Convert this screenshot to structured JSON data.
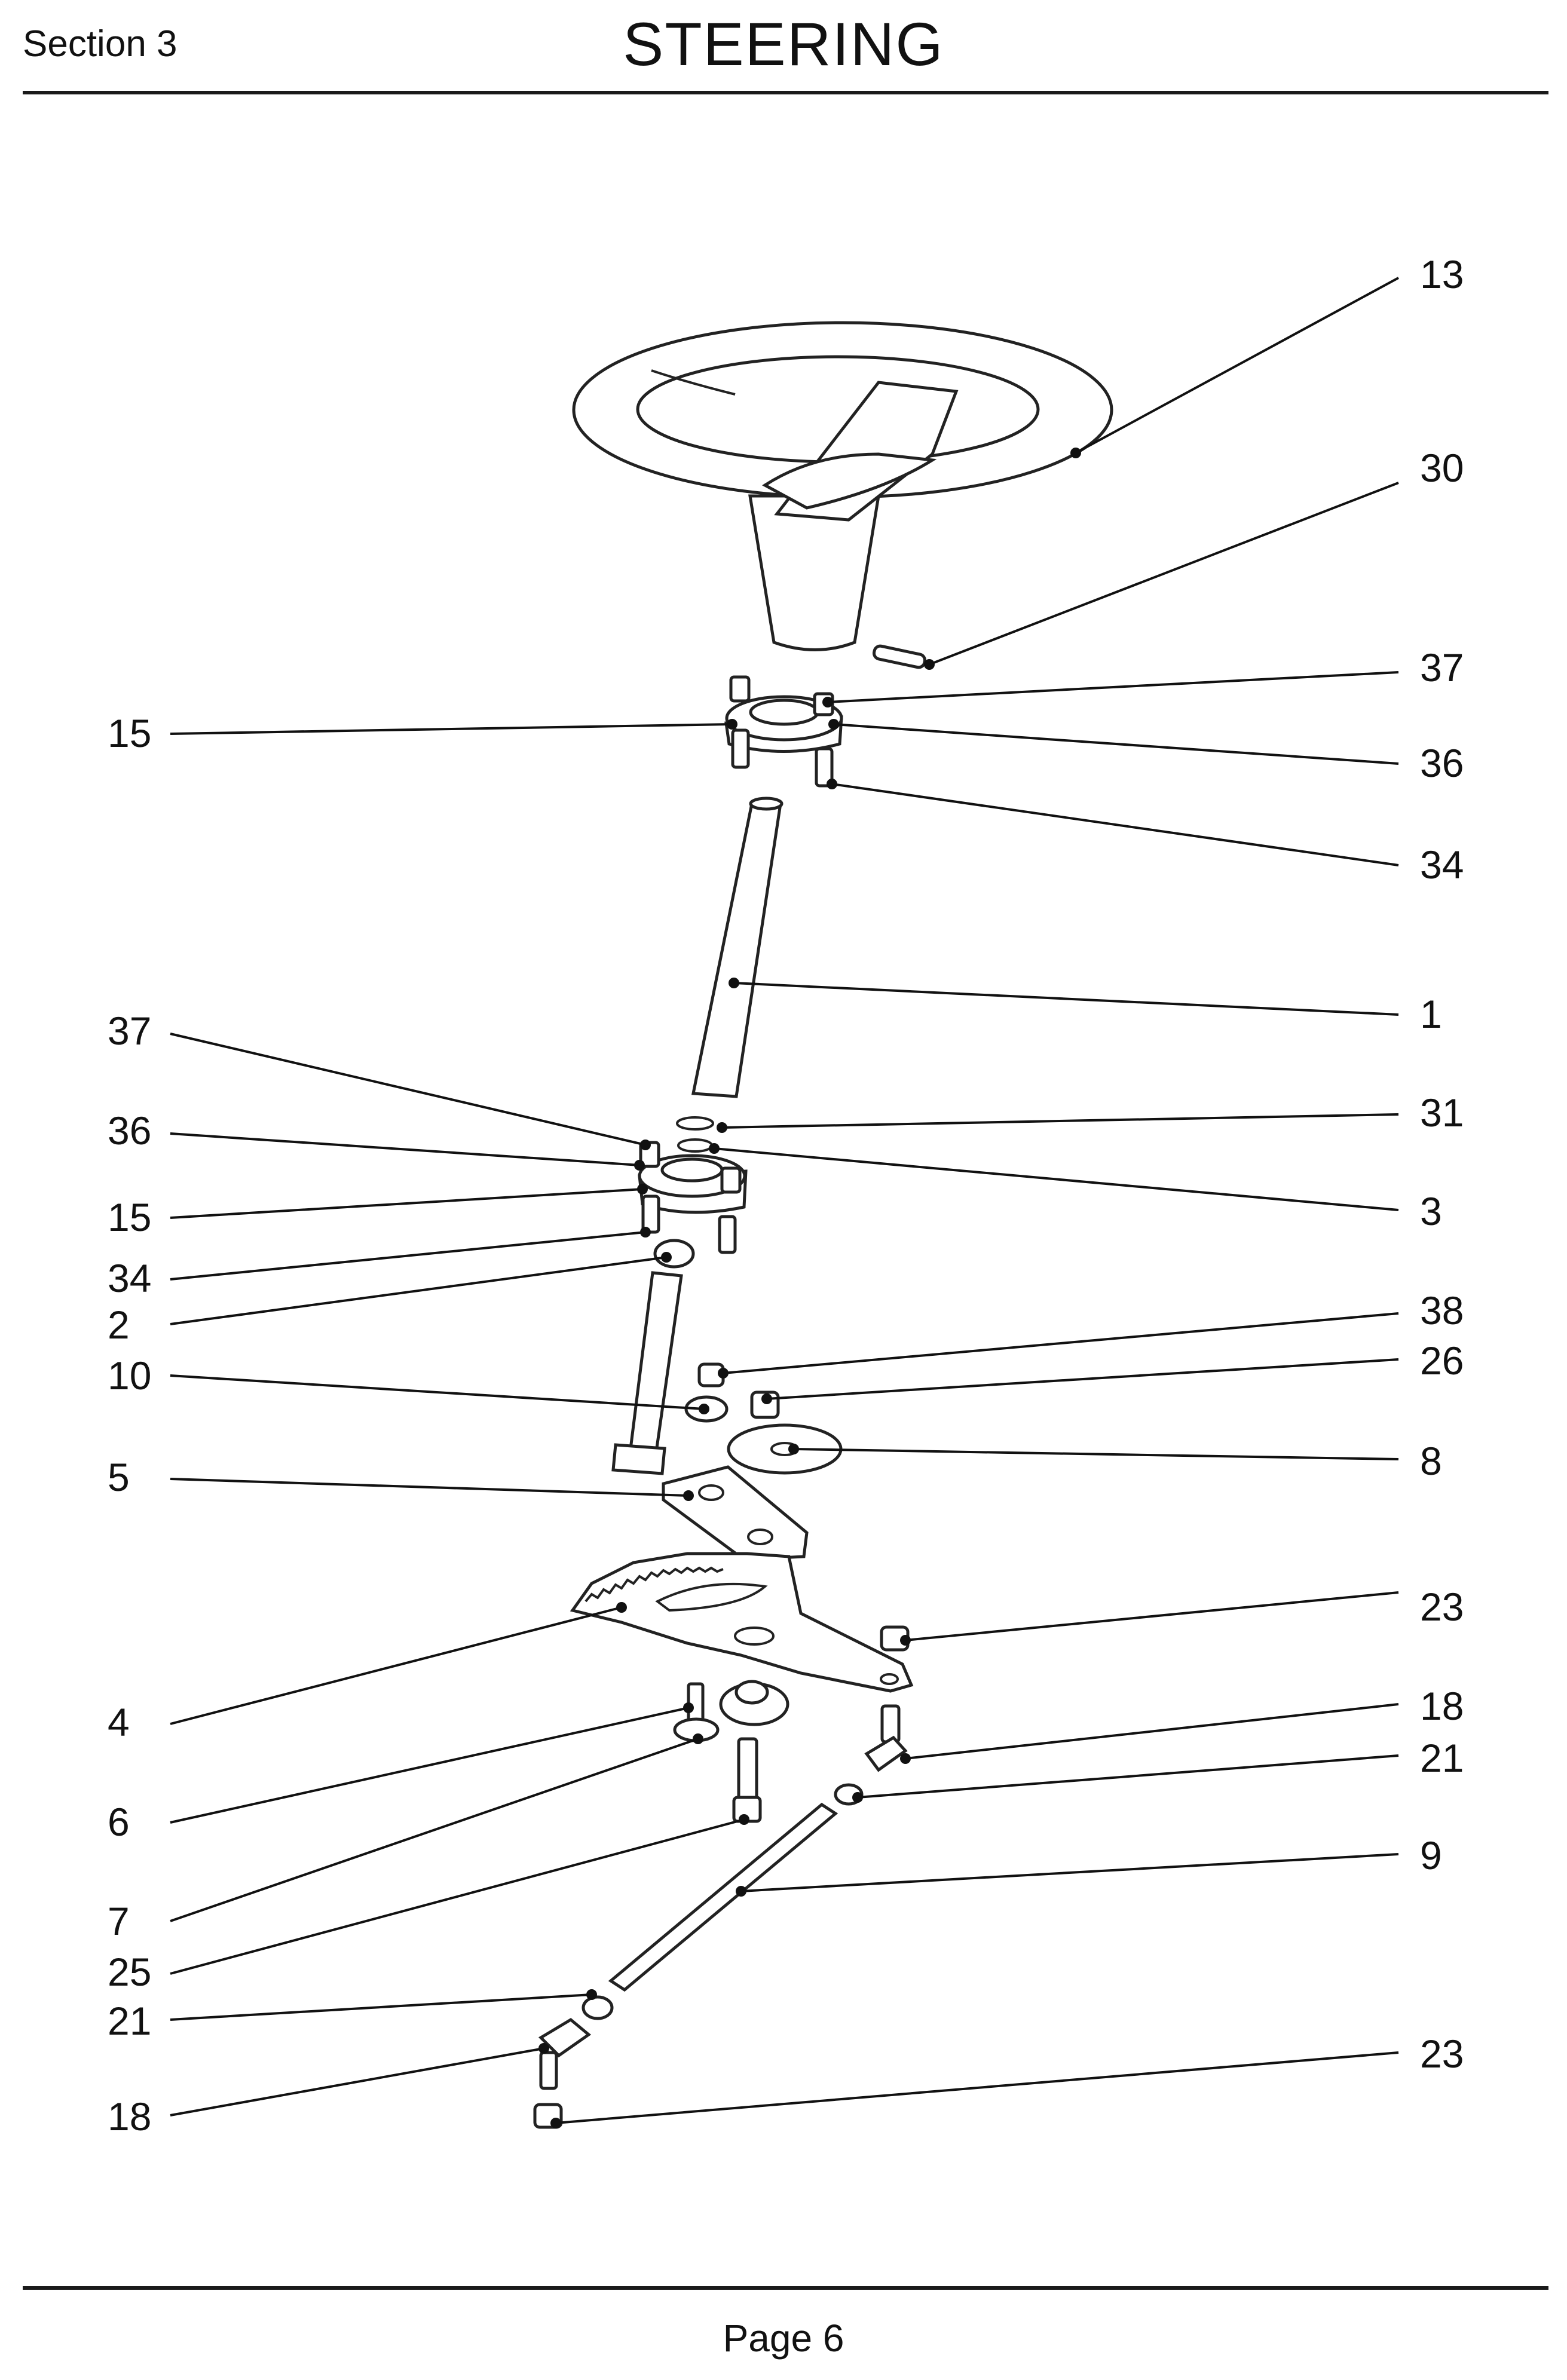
{
  "header": {
    "section": "Section 3",
    "title": "STEERING"
  },
  "footer": {
    "page": "Page 6"
  },
  "callouts": [
    {
      "id": "13",
      "text": "13"
    },
    {
      "id": "30",
      "text": "30"
    },
    {
      "id": "37a",
      "text": "37"
    },
    {
      "id": "36a",
      "text": "36"
    },
    {
      "id": "34a",
      "text": "34"
    },
    {
      "id": "15a",
      "text": "15"
    },
    {
      "id": "1",
      "text": "1"
    },
    {
      "id": "31",
      "text": "31"
    },
    {
      "id": "3",
      "text": "3"
    },
    {
      "id": "37b",
      "text": "37"
    },
    {
      "id": "36b",
      "text": "36"
    },
    {
      "id": "15b",
      "text": "15"
    },
    {
      "id": "34b",
      "text": "34"
    },
    {
      "id": "2",
      "text": "2"
    },
    {
      "id": "10",
      "text": "10"
    },
    {
      "id": "38",
      "text": "38"
    },
    {
      "id": "26",
      "text": "26"
    },
    {
      "id": "8",
      "text": "8"
    },
    {
      "id": "5",
      "text": "5"
    },
    {
      "id": "23a",
      "text": "23"
    },
    {
      "id": "4",
      "text": "4"
    },
    {
      "id": "18a",
      "text": "18"
    },
    {
      "id": "21a",
      "text": "21"
    },
    {
      "id": "6",
      "text": "6"
    },
    {
      "id": "9",
      "text": "9"
    },
    {
      "id": "7",
      "text": "7"
    },
    {
      "id": "25",
      "text": "25"
    },
    {
      "id": "21b",
      "text": "21"
    },
    {
      "id": "23b",
      "text": "23"
    },
    {
      "id": "18b",
      "text": "18"
    }
  ]
}
